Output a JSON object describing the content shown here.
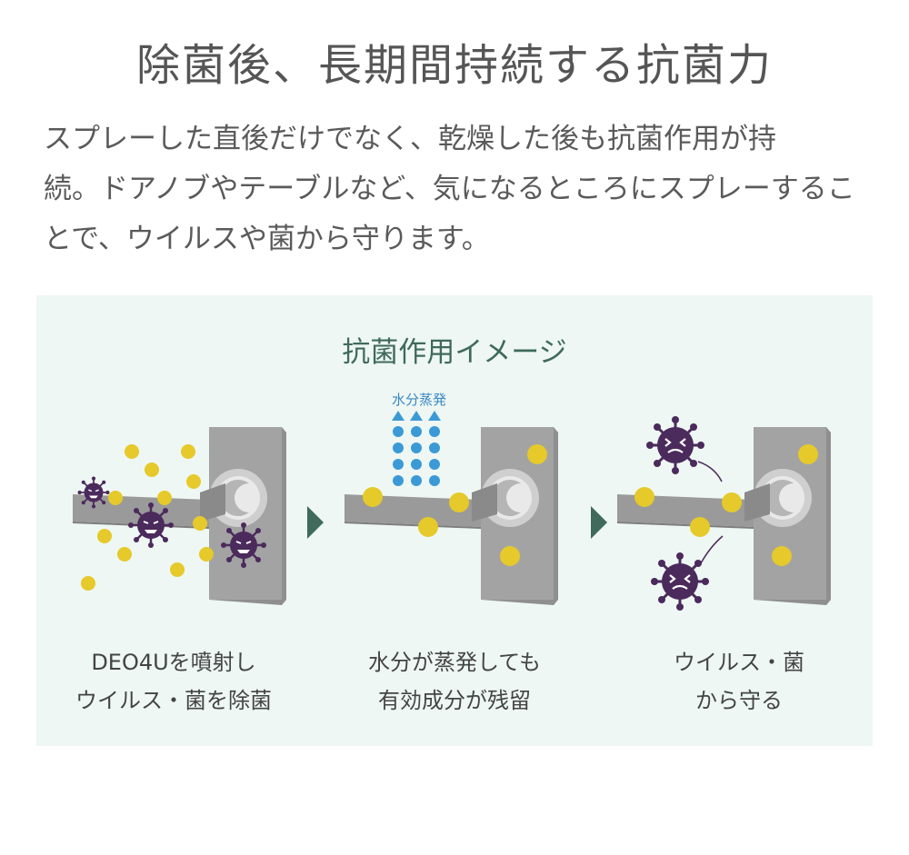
{
  "title": "除菌後、長期間持続する抗菌力",
  "intro": {
    "line1": "スプレーした直後だけでなく、乾燥した後も抗菌作用が持",
    "line2": "続。ドアノブやテーブルなど、気になるところにスプレーするこ",
    "line3": "とで、ウイルスや菌から守ります。"
  },
  "panel": {
    "title": "抗菌作用イメージ",
    "evaporation_label": "水分蒸発",
    "steps": [
      {
        "line1": "DEO4Uを噴射し",
        "line2": "ウイルス・菌を除菌"
      },
      {
        "line1": "水分が蒸発しても",
        "line2": "有効成分が残留"
      },
      {
        "line1": "ウイルス・菌",
        "line2": "から守る"
      }
    ]
  },
  "colors": {
    "accent_green": "#3f6a5c",
    "panel_bg": "#eef7f3",
    "particle_yellow": "#e6c92a",
    "virus_purple": "#4b2a5c",
    "water_blue": "#3b9ad6",
    "door_gray": "#9a9a9a"
  },
  "icons": [
    "door-handle-icon",
    "virus-icon",
    "angry-virus-icon",
    "water-drop-icon",
    "triangle-arrow-right-icon",
    "up-arrow-icon"
  ]
}
